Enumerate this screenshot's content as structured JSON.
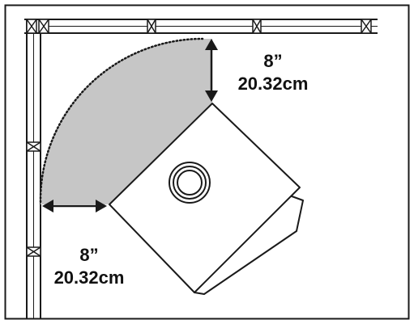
{
  "dimensions": {
    "top": {
      "inches": "8”",
      "cm": "20.32cm"
    },
    "left": {
      "inches": "8”",
      "cm": "20.32cm"
    }
  },
  "colors": {
    "line": "#1a1a1a",
    "clearance_fill": "#c6c6c6",
    "background": "#ffffff"
  }
}
